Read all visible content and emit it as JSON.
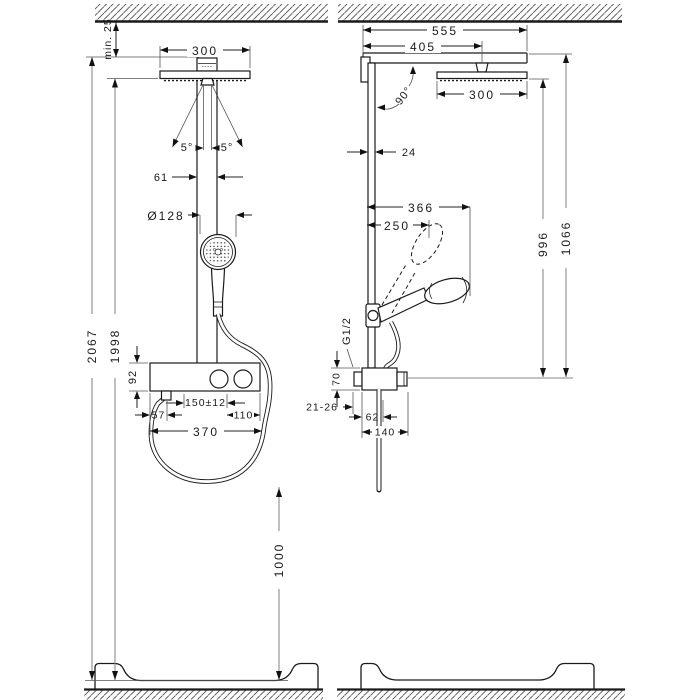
{
  "front_view": {
    "min_ceiling": "min. 25",
    "head_width": "300",
    "spray_angle_left": "5°",
    "spray_angle_right": "5°",
    "column_width": "61",
    "handshower_diameter": "Ø128",
    "total_height": "2067",
    "head_height": "1998",
    "shelf_height": "92",
    "hose_outlet_offset": "57",
    "connection_spacing": "150±12",
    "knob_offset": "110",
    "shelf_width": "370",
    "hose_clearance": "1000"
  },
  "side_view": {
    "arm_length_total": "555",
    "arm_length_center": "405",
    "arm_angle": "90°",
    "head_depth": "300",
    "column_depth": "24",
    "handshower_reach": "366",
    "handshower_reach_raised": "250",
    "height_head": "996",
    "height_arm": "1066",
    "thread": "G1/2",
    "body_height": "70",
    "wall_tolerance": "21-26",
    "outlet_offset": "62",
    "body_depth": "140"
  },
  "colors": {
    "line": "#1a1a1a",
    "dim_line": "#808080",
    "background": "#ffffff"
  }
}
